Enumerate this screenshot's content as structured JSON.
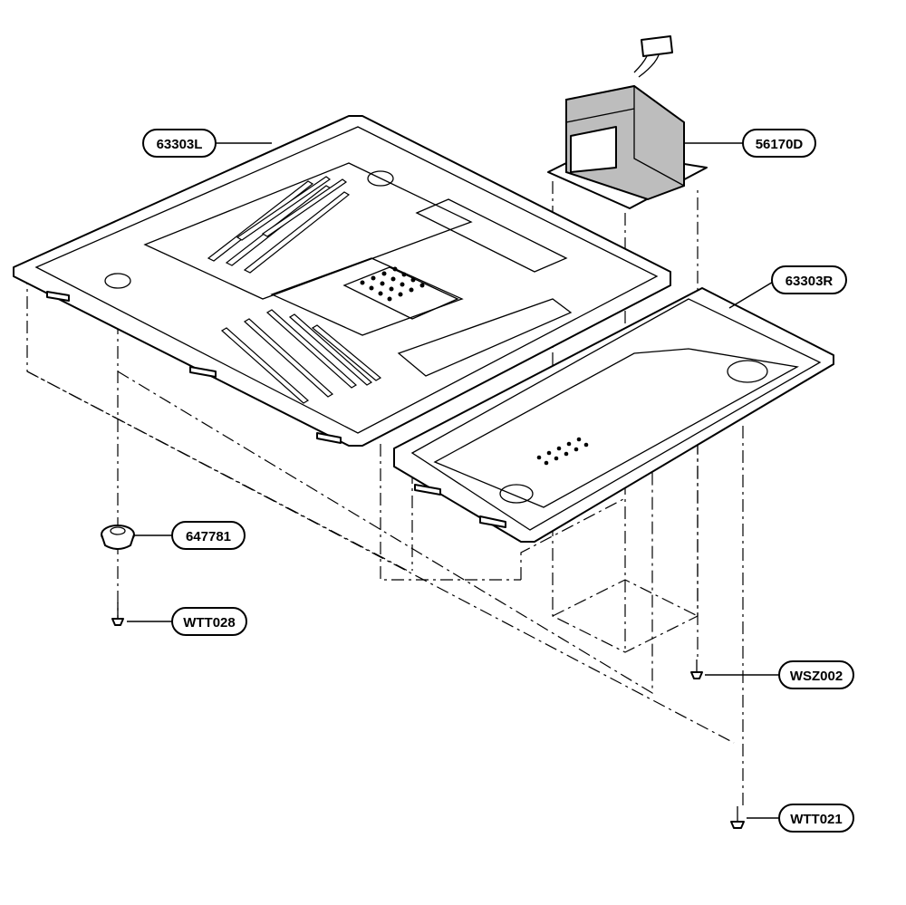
{
  "labels": {
    "part_63303L": "63303L",
    "part_56170D": "56170D",
    "part_63303R": "63303R",
    "part_647781": "647781",
    "part_WTT028": "WTT028",
    "part_WSZ002": "WSZ002",
    "part_WTT021": "WTT021"
  },
  "colors": {
    "ink": "#000000",
    "paper": "#ffffff",
    "transformer_core": "#bdbdbd"
  }
}
